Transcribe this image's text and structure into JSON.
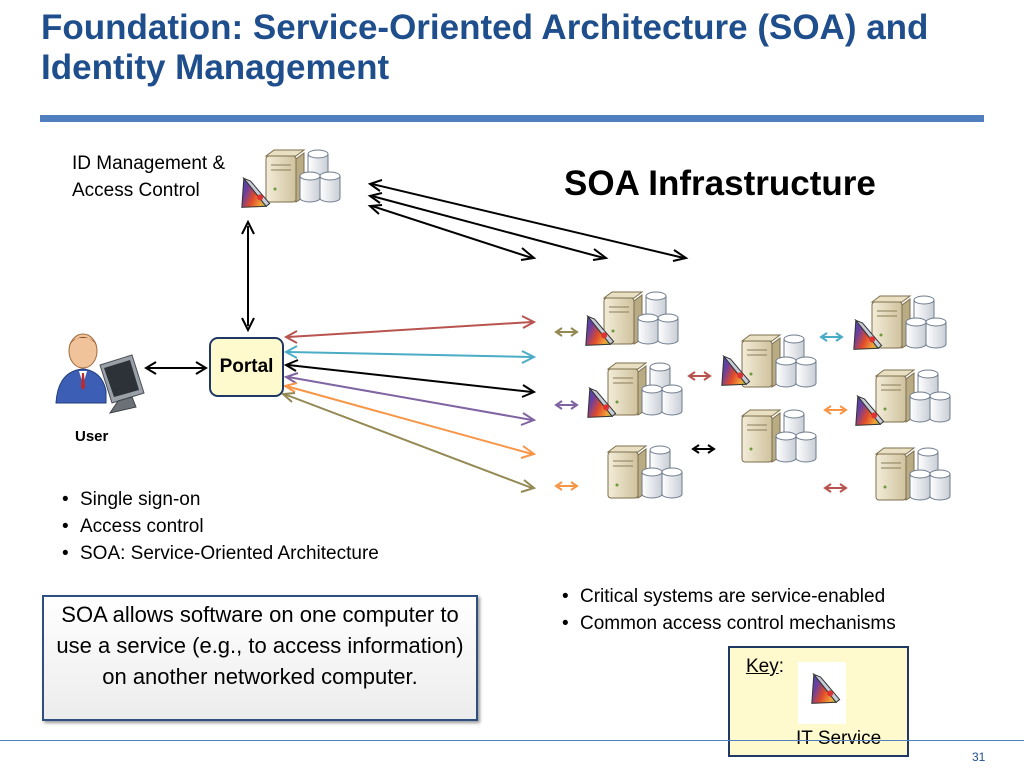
{
  "slide": {
    "title": "Foundation: Service-Oriented Architecture (SOA) and Identity Management",
    "page_number": "31"
  },
  "diagram": {
    "heading": "SOA Infrastructure",
    "id_management_label_line1": "ID Management &",
    "id_management_label_line2": "Access Control",
    "portal_label": "Portal",
    "user_label": "User",
    "arrow_colors": {
      "red": "#b85450",
      "teal": "#4bacc6",
      "black": "#000000",
      "purple": "#8064a2",
      "orange": "#f79646",
      "olive": "#938953"
    }
  },
  "left_bullets": [
    "Single sign-on",
    "Access control",
    "SOA: Service-Oriented Architecture"
  ],
  "right_bullets": [
    "Critical systems are service-enabled",
    "Common access control mechanisms"
  ],
  "definition_box": {
    "text": "SOA allows software on one computer to use a service (e.g., to access information) on another networked computer."
  },
  "key": {
    "label": "Key",
    "colon": ":",
    "caption": "IT Service"
  },
  "icons": {
    "server": "server-with-databases-icon",
    "it_service": "it-service-prism-icon",
    "user": "user-at-computer-icon"
  }
}
